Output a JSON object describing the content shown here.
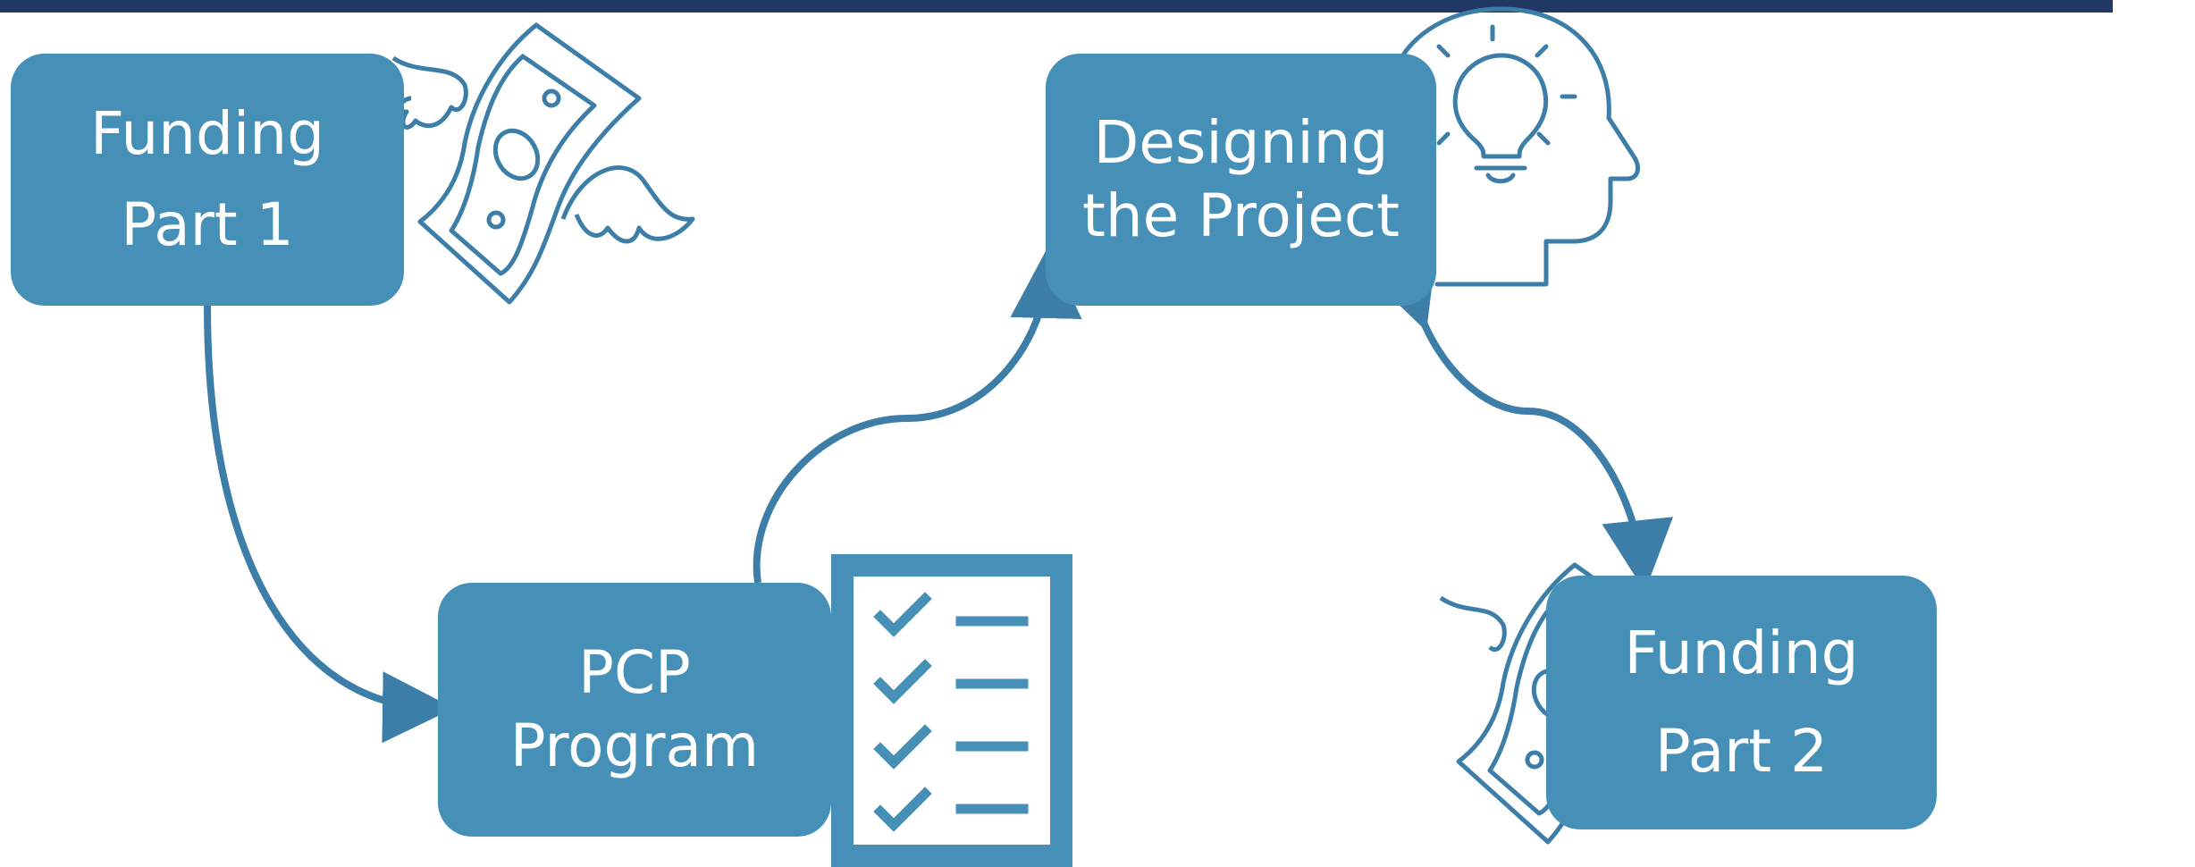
{
  "boxes": {
    "funding1": {
      "line1": "Funding",
      "line2": "Part 1"
    },
    "pcp": {
      "line1": "PCP",
      "line2": "Program"
    },
    "design": {
      "line1": "Designing",
      "line2": "the Project"
    },
    "funding2": {
      "line1": "Funding",
      "line2": "Part 2"
    }
  },
  "colors": {
    "box": "#4690b8",
    "line": "#3d7ea8",
    "header_bar": "#1f3864",
    "text": "#ffffff"
  },
  "icons": [
    "flying-money-icon",
    "checklist-icon",
    "lightbulb-head-icon",
    "flying-money-icon"
  ]
}
